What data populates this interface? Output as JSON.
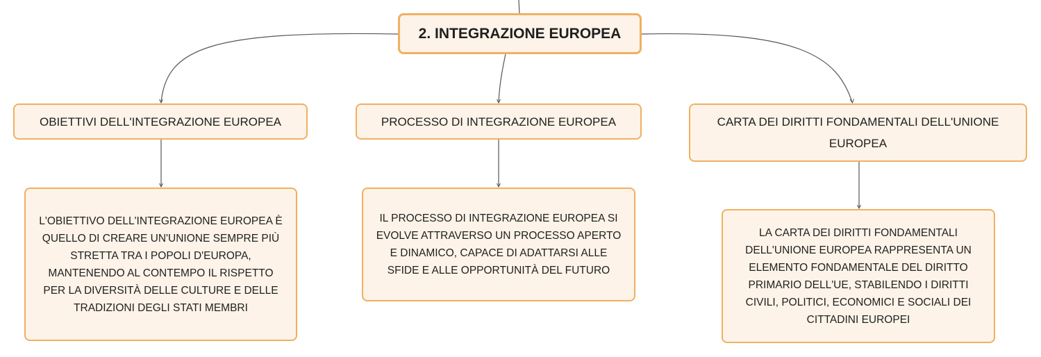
{
  "root": {
    "label": "2. INTEGRAZIONE EUROPEA"
  },
  "topics": [
    {
      "label": "OBIETTIVI DELL'INTEGRAZIONE EUROPEA",
      "detail": [
        "L'OBIETTIVO DELL'INTEGRAZIONE EUROPEA È",
        "QUELLO DI CREARE UN'UNIONE SEMPRE PIÙ",
        "STRETTA TRA I POPOLI D'EUROPA,",
        "MANTENENDO AL CONTEMPO IL RISPETTO",
        "PER LA DIVERSITÀ DELLE CULTURE E DELLE",
        "TRADIZIONI DEGLI STATI MEMBRI"
      ]
    },
    {
      "label": "PROCESSO DI INTEGRAZIONE EUROPEA",
      "detail": [
        "IL PROCESSO DI INTEGRAZIONE EUROPEA SI",
        "EVOLVE ATTRAVERSO UN PROCESSO APERTO",
        "E DINAMICO, CAPACE DI ADATTARSI ALLE",
        "SFIDE E ALLE OPPORTUNITÀ DEL FUTURO"
      ]
    },
    {
      "label": [
        "CARTA DEI DIRITTI FONDAMENTALI DELL'UNIONE",
        "EUROPEA"
      ],
      "detail": [
        "LA CARTA DEI DIRITTI FONDAMENTALI",
        "DELL'UNIONE EUROPEA RAPPRESENTA UN",
        "ELEMENTO FONDAMENTALE DEL DIRITTO",
        "PRIMARIO DELL'UE, STABILENDO I DIRITTI",
        "CIVILI, POLITICI, ECONOMICI E SOCIALI DEI",
        "CITTADINI EUROPEI"
      ]
    }
  ],
  "colors": {
    "node_fill": "#fdf3e8",
    "node_border": "#f0b061",
    "connector": "#555555"
  }
}
